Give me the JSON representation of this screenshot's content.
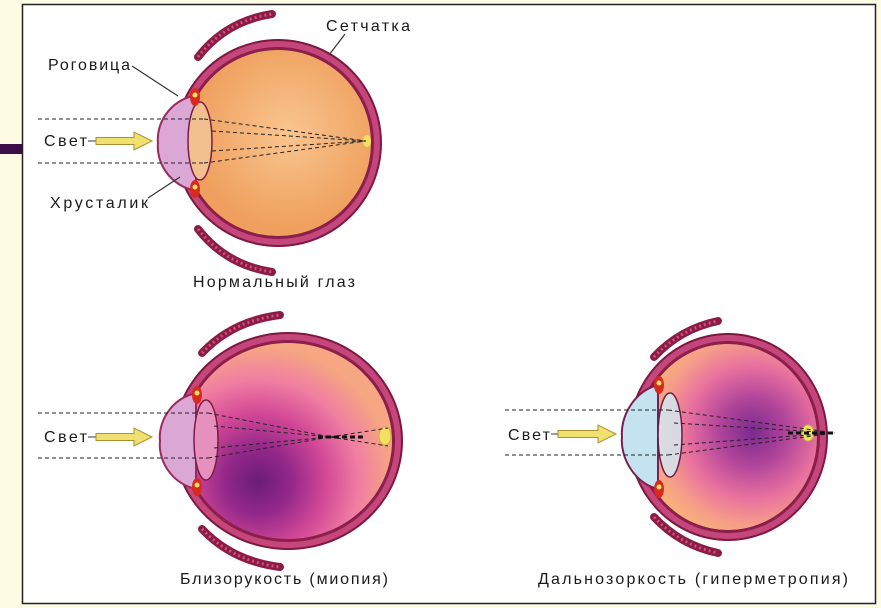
{
  "diagram": {
    "normal_eye": {
      "caption": "Нормальный глаз",
      "labels": {
        "retina": "Сетчатка",
        "cornea": "Роговица",
        "light": "Свет",
        "lens": "Хрусталик"
      }
    },
    "myopia_eye": {
      "caption": "Близорукость (миопия)",
      "light": "Свет"
    },
    "hyperopia_eye": {
      "caption": "Дальнозоркость (гиперметропия)",
      "light": "Свет"
    }
  },
  "colors": {
    "slide_bullet": "#3c0d48",
    "sclera": "#c4467a",
    "cornea_normal": "#dba8d6",
    "cornea_hyperopia": "#c4e2ef",
    "arrow": "#f0e070",
    "fovea": "#f4e060"
  }
}
